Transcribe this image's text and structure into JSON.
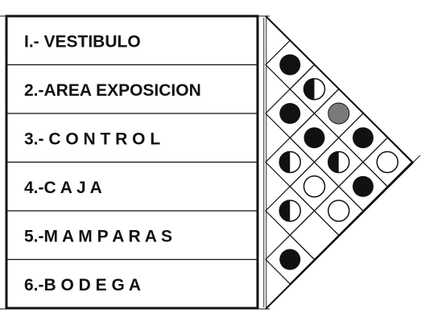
{
  "spaces": [
    {
      "label": "I.- VESTIBULO"
    },
    {
      "label": "2.-AREA EXPOSICION"
    },
    {
      "label": "3.- C O N T R O L"
    },
    {
      "label": "4.-C A J A"
    },
    {
      "label": "5.-M A M P A R A S"
    },
    {
      "label": "6.-B O D E G A"
    }
  ],
  "relationships": [
    {
      "pair": [
        1,
        2
      ],
      "type": "full"
    },
    {
      "pair": [
        2,
        3
      ],
      "type": "full"
    },
    {
      "pair": [
        3,
        4
      ],
      "type": "half"
    },
    {
      "pair": [
        4,
        5
      ],
      "type": "half"
    },
    {
      "pair": [
        5,
        6
      ],
      "type": "full"
    },
    {
      "pair": [
        1,
        3
      ],
      "type": "half"
    },
    {
      "pair": [
        2,
        4
      ],
      "type": "full"
    },
    {
      "pair": [
        3,
        5
      ],
      "type": "empty"
    },
    {
      "pair": [
        4,
        6
      ],
      "type": "none"
    },
    {
      "pair": [
        1,
        4
      ],
      "type": "gray"
    },
    {
      "pair": [
        2,
        5
      ],
      "type": "half"
    },
    {
      "pair": [
        3,
        6
      ],
      "type": "empty"
    },
    {
      "pair": [
        1,
        5
      ],
      "type": "full"
    },
    {
      "pair": [
        2,
        6
      ],
      "type": "full"
    },
    {
      "pair": [
        1,
        6
      ],
      "type": "empty"
    }
  ],
  "colors": {
    "ink": "#111111",
    "gray_dot": "#7a7a7a",
    "paper": "#ffffff"
  }
}
